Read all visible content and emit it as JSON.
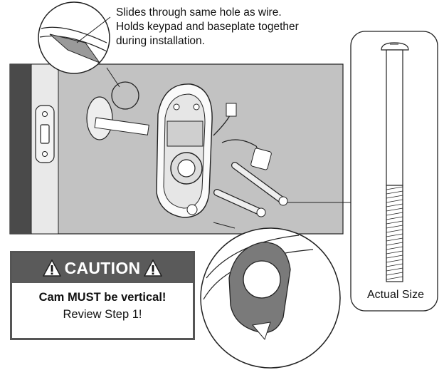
{
  "callout": {
    "lines": [
      "Slides through same hole as wire.",
      "Holds keypad and baseplate together",
      "during installation."
    ]
  },
  "caution": {
    "title": "CAUTION",
    "message_bold": "Cam MUST be vertical!",
    "message": "Review Step 1!",
    "header_color": "#5a5a5a"
  },
  "screw_panel": {
    "label": "Actual Size"
  },
  "colors": {
    "door_panel": "#c2c2c2",
    "door_edge": "#4a4a4a",
    "line": "#222222",
    "cam": "#7a7a7a"
  }
}
